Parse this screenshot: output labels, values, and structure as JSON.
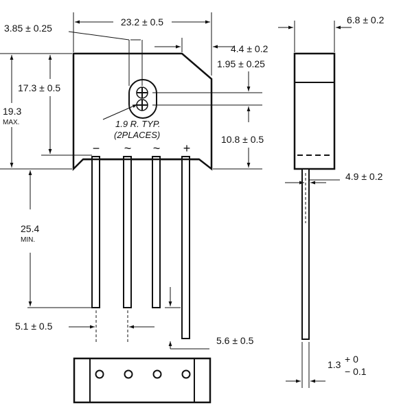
{
  "dims": {
    "d_385": "3.85 ± 0.25",
    "d_232": "23.2 ± 0.5",
    "d_44": "4.4 ± 0.2",
    "d_195": "1.95 ± 0.25",
    "d_173": "17.3 ± 0.5",
    "d_193": "19.3",
    "d_193_sub": "MAX.",
    "d_108": "10.8 ± 0.5",
    "d_68": "6.8 ± 0.2",
    "d_49": "4.9 ± 0.2",
    "d_254": "25.4",
    "d_254_sub": "MIN.",
    "d_51": "5.1 ± 0.5",
    "d_56": "5.6 ± 0.5",
    "d_13_main": "1.3",
    "d_13_plus": "+ 0",
    "d_13_minus": "− 0.1"
  },
  "radius_note": {
    "line1": "1.9 R. TYP.",
    "line2": "(2PLACES)"
  },
  "terminals": {
    "minus": "−",
    "ac1": "~",
    "ac2": "~",
    "plus": "+"
  }
}
